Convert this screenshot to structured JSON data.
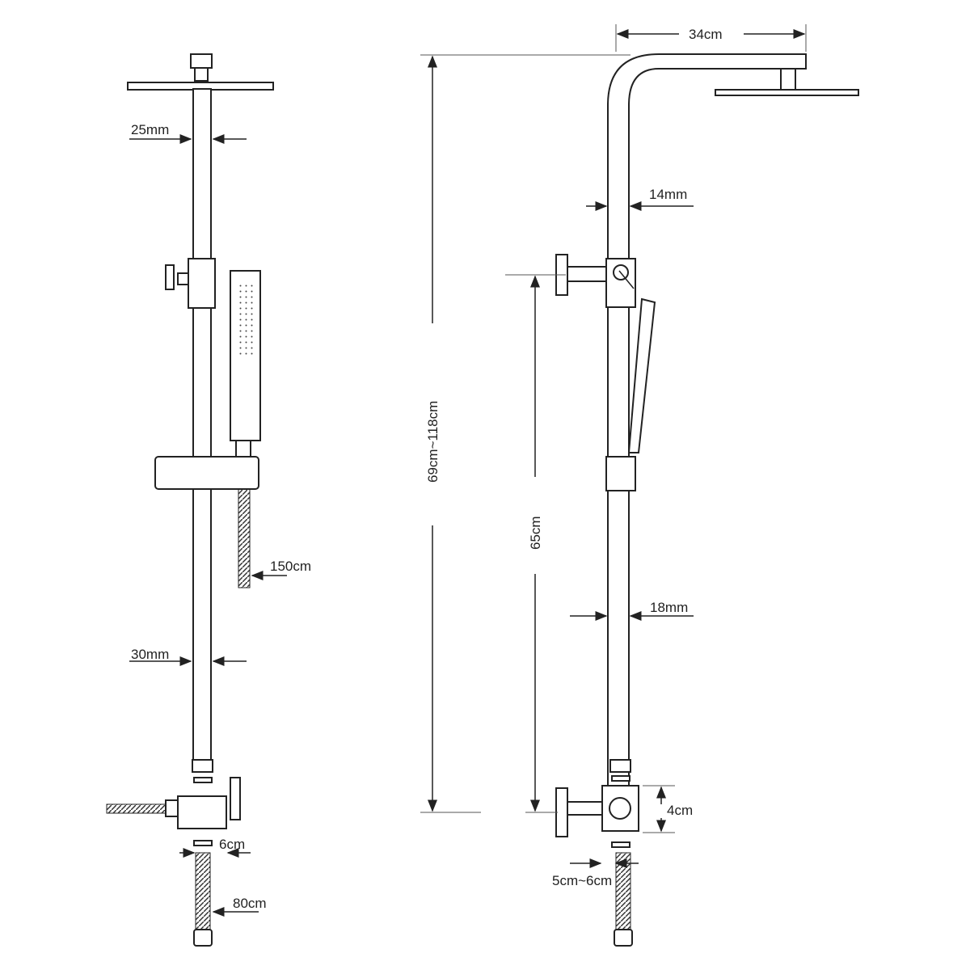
{
  "left_view": {
    "labels": {
      "top_pipe_diameter": "25mm",
      "hand_hose_length": "150cm",
      "lower_pipe_diameter": "30mm",
      "diverter_width": "6cm",
      "inlet_hose_length": "80cm"
    }
  },
  "right_view": {
    "labels": {
      "arm_length": "34cm",
      "total_height": "69cm~118cm",
      "upper_pipe_diameter": "14mm",
      "lower_height": "65cm",
      "lower_pipe_diameter": "18mm",
      "diverter_height": "4cm",
      "diverter_offset": "5cm~6cm"
    }
  },
  "colors": {
    "line": "#222222",
    "background": "#ffffff"
  }
}
